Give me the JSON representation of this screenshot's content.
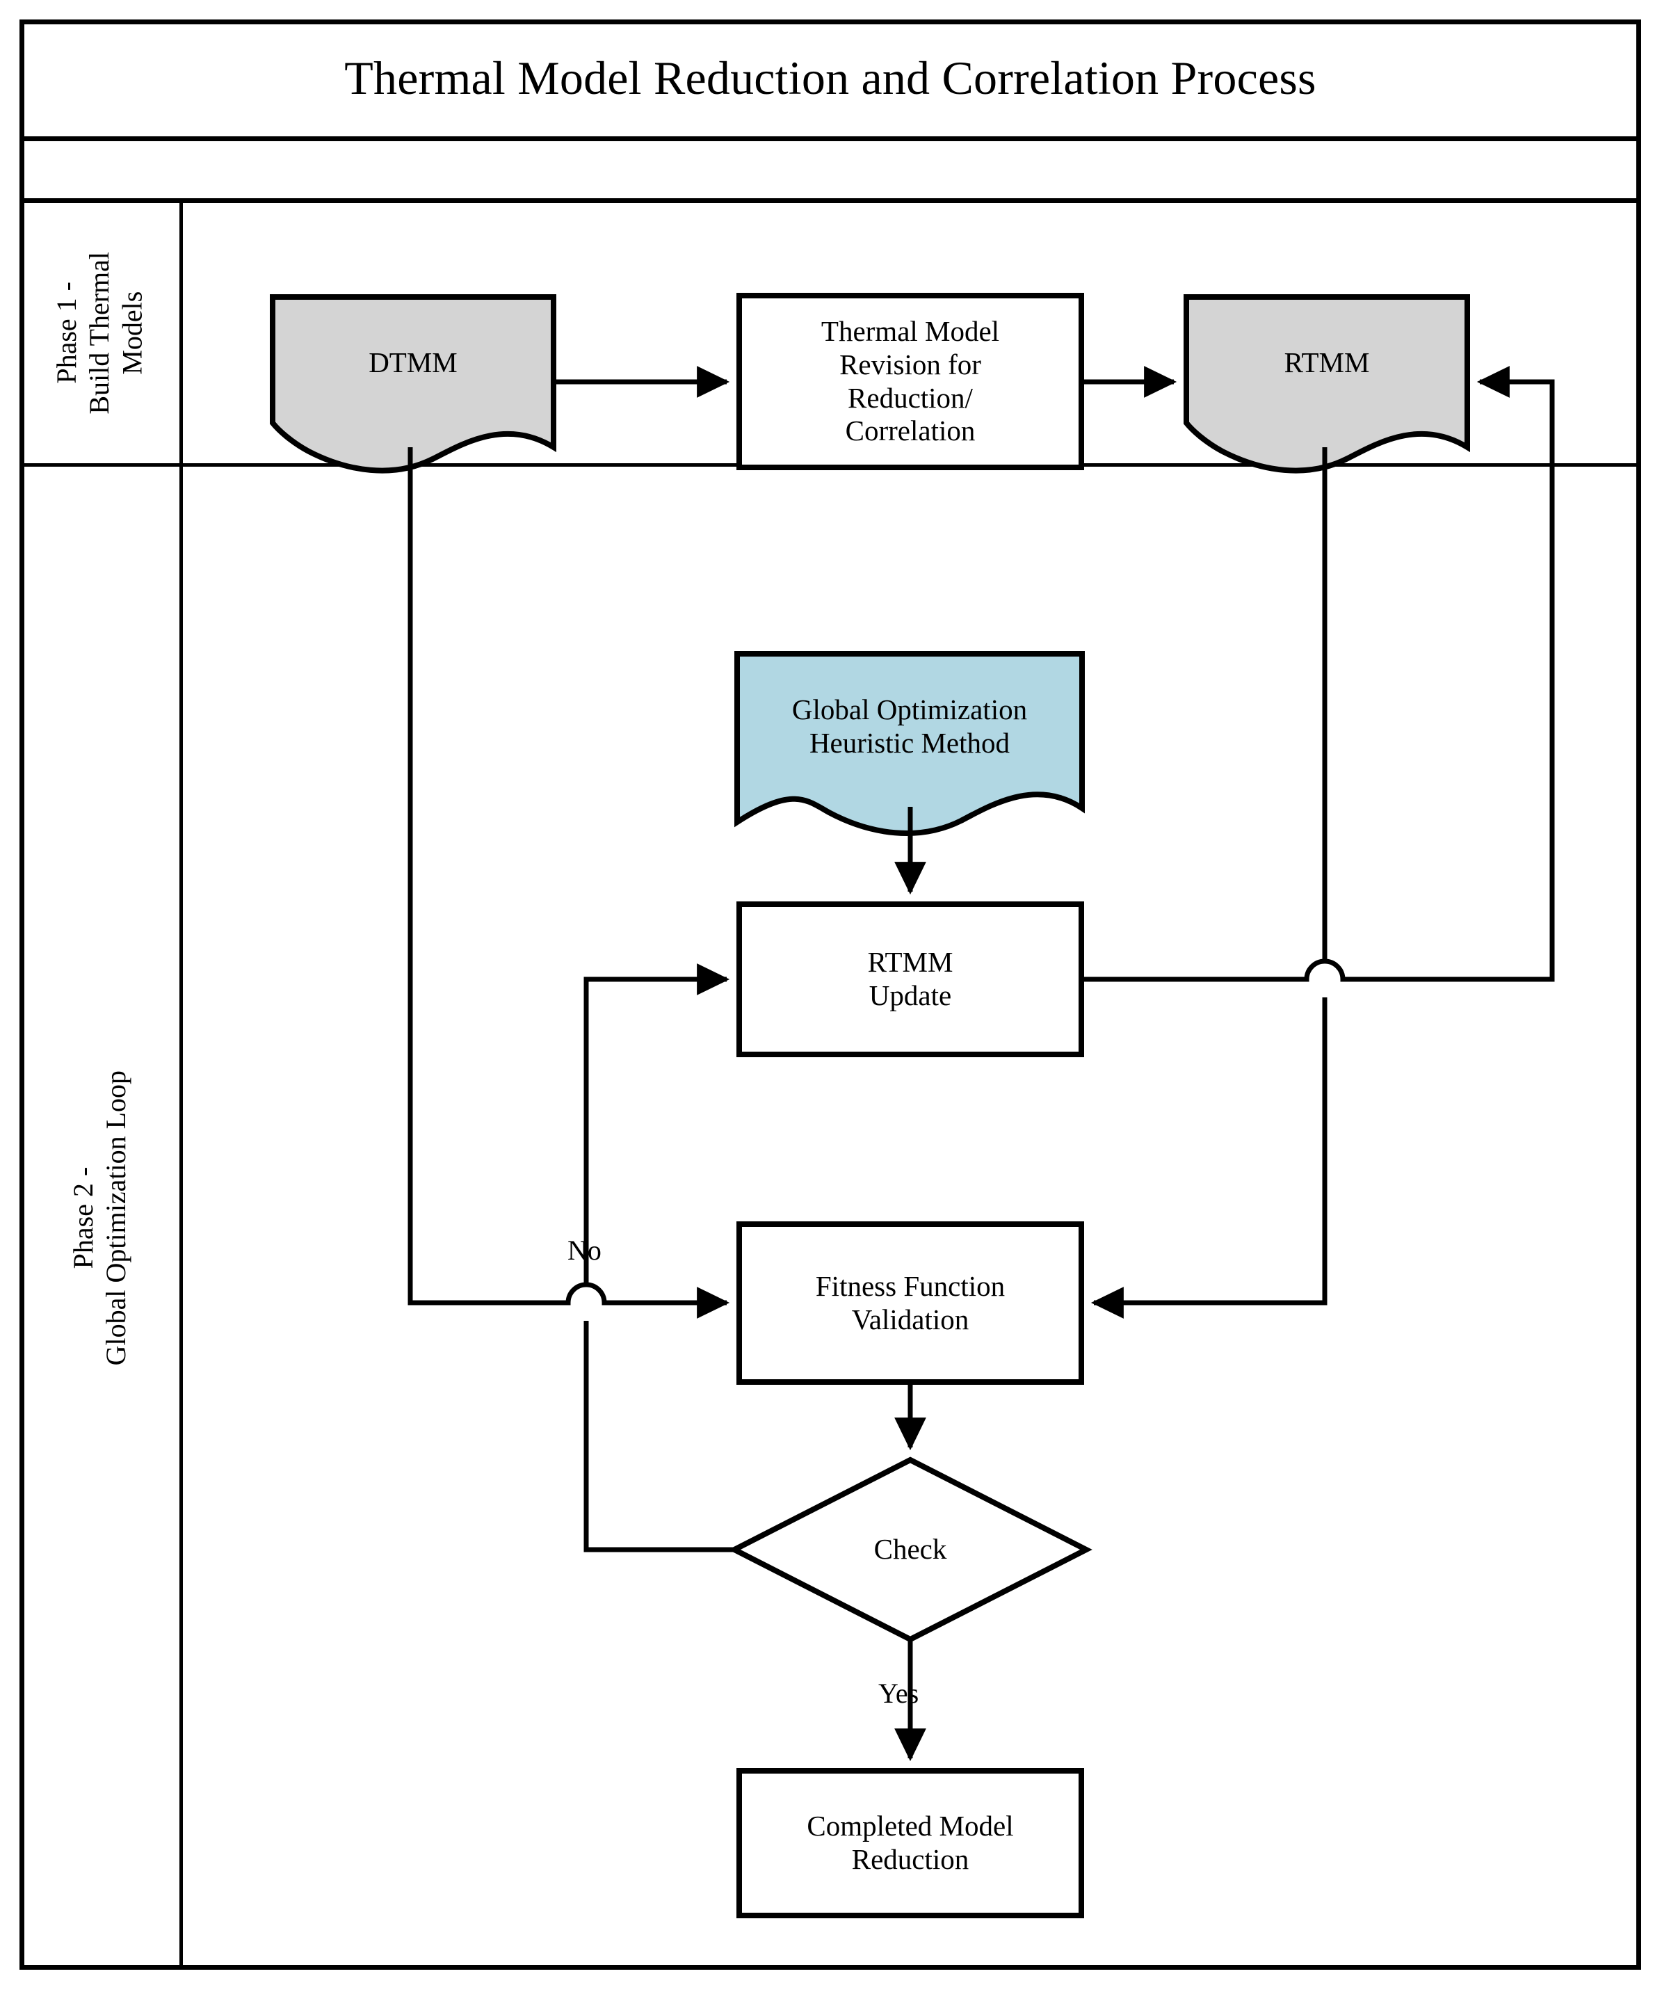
{
  "title": "Thermal Model Reduction and Correlation Process",
  "phases": [
    {
      "id": "phase1",
      "label": "Phase 1 -\nBuild Thermal\nModels"
    },
    {
      "id": "phase2",
      "label": "Phase 2 -\nGlobal Optimization Loop"
    }
  ],
  "colors": {
    "document_gray": "#d4d4d4",
    "document_blue": "#b1d7e3",
    "process_white": "#ffffff",
    "stroke": "#000000",
    "background": "#ffffff"
  },
  "nodes": [
    {
      "id": "dtmm",
      "label": "DTMM",
      "shape": "document",
      "fill": "#d4d4d4",
      "phase": "phase1"
    },
    {
      "id": "revision",
      "label": "Thermal Model\nRevision for\nReduction/\nCorrelation",
      "shape": "process",
      "fill": "#ffffff",
      "phase": "phase1"
    },
    {
      "id": "rtmm",
      "label": "RTMM",
      "shape": "document",
      "fill": "#d4d4d4",
      "phase": "phase1"
    },
    {
      "id": "heuristic",
      "label": "Global Optimization\nHeuristic Method",
      "shape": "document",
      "fill": "#b1d7e3",
      "phase": "phase2"
    },
    {
      "id": "rtmm-update",
      "label": "RTMM\nUpdate",
      "shape": "process",
      "fill": "#ffffff",
      "phase": "phase2"
    },
    {
      "id": "fitness",
      "label": "Fitness Function\nValidation",
      "shape": "process",
      "fill": "#ffffff",
      "phase": "phase2"
    },
    {
      "id": "check",
      "label": "Check",
      "shape": "decision",
      "fill": "#ffffff",
      "phase": "phase2"
    },
    {
      "id": "completed",
      "label": "Completed Model\nReduction",
      "shape": "process",
      "fill": "#ffffff",
      "phase": "phase2"
    }
  ],
  "edges": [
    {
      "id": "dtmm-to-revision",
      "from": "dtmm",
      "to": "revision",
      "label": ""
    },
    {
      "id": "revision-to-rtmm",
      "from": "revision",
      "to": "rtmm",
      "label": ""
    },
    {
      "id": "heuristic-to-update",
      "from": "heuristic",
      "to": "rtmm-update",
      "label": ""
    },
    {
      "id": "update-to-rtmm",
      "from": "rtmm-update",
      "to": "rtmm",
      "label": ""
    },
    {
      "id": "rtmm-to-fitness",
      "from": "rtmm",
      "to": "fitness",
      "label": ""
    },
    {
      "id": "dtmm-to-fitness",
      "from": "dtmm",
      "to": "fitness",
      "label": ""
    },
    {
      "id": "fitness-to-check",
      "from": "fitness",
      "to": "check",
      "label": ""
    },
    {
      "id": "check-no-to-update",
      "from": "check",
      "to": "rtmm-update",
      "label": "No"
    },
    {
      "id": "check-yes-to-completed",
      "from": "check",
      "to": "completed",
      "label": "Yes"
    }
  ],
  "edge_labels": {
    "no": "No",
    "yes": "Yes"
  }
}
